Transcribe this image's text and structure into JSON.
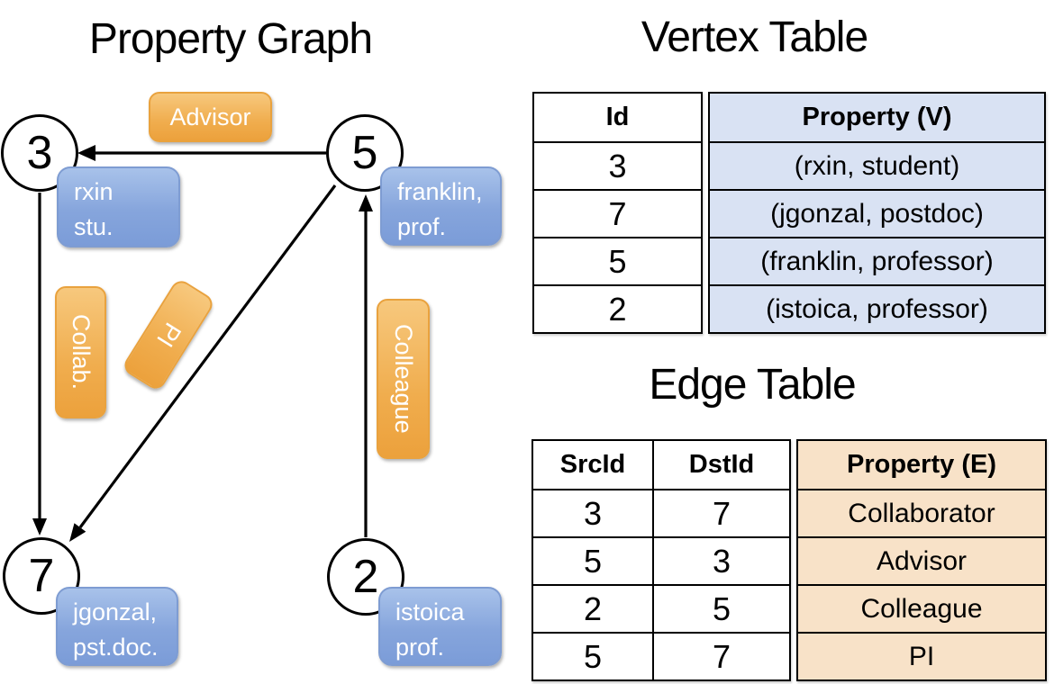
{
  "graph": {
    "title": "Property Graph",
    "vertices": [
      {
        "id": "3",
        "prop_line1": "rxin",
        "prop_line2": "stu."
      },
      {
        "id": "5",
        "prop_line1": "franklin,",
        "prop_line2": "prof."
      },
      {
        "id": "7",
        "prop_line1": "jgonzal,",
        "prop_line2": "pst.doc."
      },
      {
        "id": "2",
        "prop_line1": "istoica",
        "prop_line2": "prof."
      }
    ],
    "edge_labels": {
      "advisor": "Advisor",
      "collab": "Collab.",
      "pi": "PI",
      "colleague": "Colleague"
    }
  },
  "vertex_table": {
    "title": "Vertex Table",
    "headers": {
      "id": "Id",
      "property": "Property (V)"
    },
    "rows": [
      {
        "id": "3",
        "property": "(rxin, student)"
      },
      {
        "id": "7",
        "property": "(jgonzal, postdoc)"
      },
      {
        "id": "5",
        "property": "(franklin, professor)"
      },
      {
        "id": "2",
        "property": "(istoica, professor)"
      }
    ]
  },
  "edge_table": {
    "title": "Edge Table",
    "headers": {
      "src": "SrcId",
      "dst": "DstId",
      "property": "Property (E)"
    },
    "rows": [
      {
        "src": "3",
        "dst": "7",
        "property": "Collaborator"
      },
      {
        "src": "5",
        "dst": "3",
        "property": "Advisor"
      },
      {
        "src": "2",
        "dst": "5",
        "property": "Colleague"
      },
      {
        "src": "5",
        "dst": "7",
        "property": "PI"
      }
    ]
  },
  "colors": {
    "vertex_property_fill": "#d9e2f3",
    "edge_property_fill": "#f8e2c8",
    "node_chip_blue": "#7b9cd8",
    "edge_chip_orange": "#eca13c",
    "line_black": "#000000"
  }
}
